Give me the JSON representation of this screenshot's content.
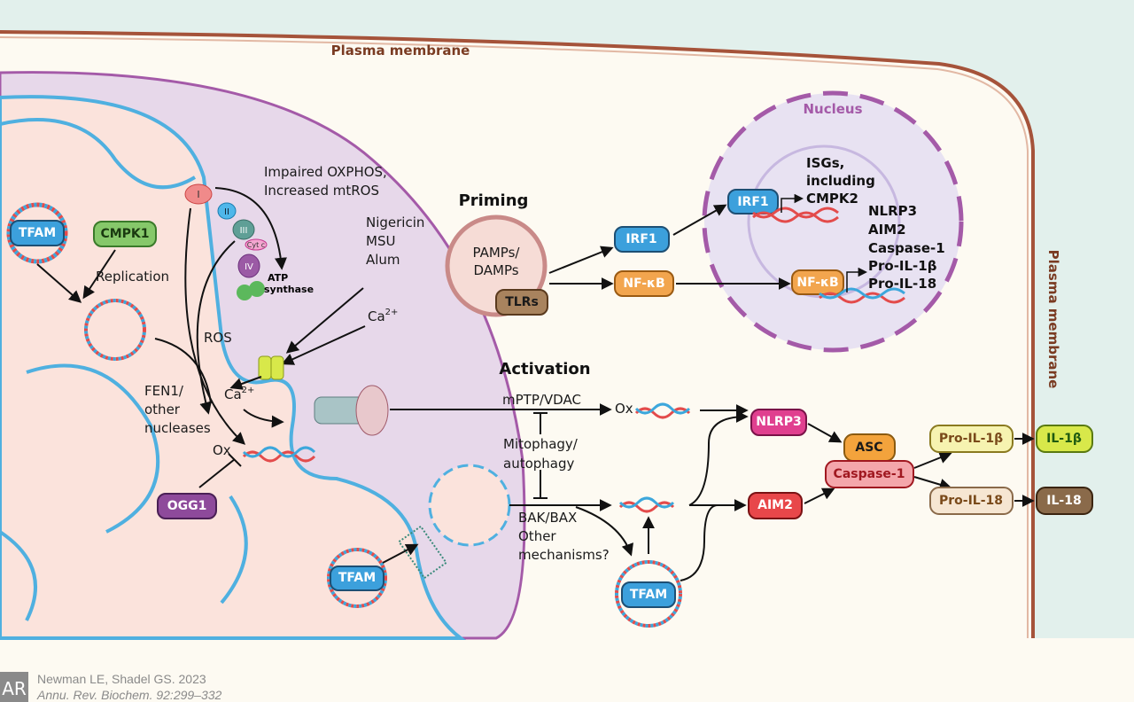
{
  "membranes": {
    "top_label": "Plasma membrane",
    "right_label": "Plasma membrane",
    "nucleus_label": "Nucleus"
  },
  "mito": {
    "tfam": "TFAM",
    "cmpk1": "CMPK1",
    "replication": "Replication",
    "fen1": [
      "FEN1/",
      "other",
      "nucleases"
    ],
    "ros": "ROS",
    "ca": "Ca",
    "ca_sup": "2+",
    "ox": "Ox",
    "ogg1": "OGG1",
    "complex_i": "I",
    "complex_ii": "II",
    "complex_iii": "III",
    "cytc": "Cyt c",
    "complex_iv": "IV",
    "atp": [
      "ATP",
      "synthase"
    ],
    "impaired": [
      "Impaired OXPHOS,",
      "Increased mtROS"
    ],
    "stimuli": [
      "Nigericin",
      "MSU",
      "Alum"
    ],
    "ca_in": "Ca",
    "ca_in_sup": "2+"
  },
  "priming": {
    "title": "Priming",
    "pamps": [
      "PAMPs/",
      "DAMPs"
    ],
    "tlrs": "TLRs",
    "irf1": "IRF1",
    "nfkb": "NF-κB",
    "nuc_irf1": "IRF1",
    "nuc_nfkb": "NF-κB",
    "isgs": [
      "ISGs,",
      "including",
      "CMPK2"
    ],
    "genes": [
      "NLRP3",
      "AIM2",
      "Caspase-1",
      "Pro-IL-1β",
      "Pro-IL-18"
    ]
  },
  "activation": {
    "title": "Activation",
    "mptp": "mPTP/VDAC",
    "ox": "Ox",
    "mitophagy": [
      "Mitophagy/",
      "autophagy"
    ],
    "bak": [
      "BAK/BAX",
      "Other",
      "mechanisms?"
    ],
    "tfam_left": "TFAM",
    "tfam_right": "TFAM",
    "nlrp3": "NLRP3",
    "aim2": "AIM2",
    "asc": "ASC",
    "caspase1": "Caspase-1",
    "pro_il1b": "Pro-IL-1β",
    "il1b": "IL-1β",
    "pro_il18": "Pro-IL-18",
    "il18": "IL-18"
  },
  "citation": {
    "logo": "AR",
    "line1": "Newman LE, Shadel GS. 2023",
    "line2": "Annu. Rev. Biochem. 92:299–332"
  },
  "colors": {
    "membrane": "#a5533a",
    "mito_outer": "#e7d8ea",
    "matrix": "#fbe3dc",
    "cristae": "#4fb0e0",
    "nucleus": "#a45aa8",
    "extracellular": "#e2f0ec"
  }
}
